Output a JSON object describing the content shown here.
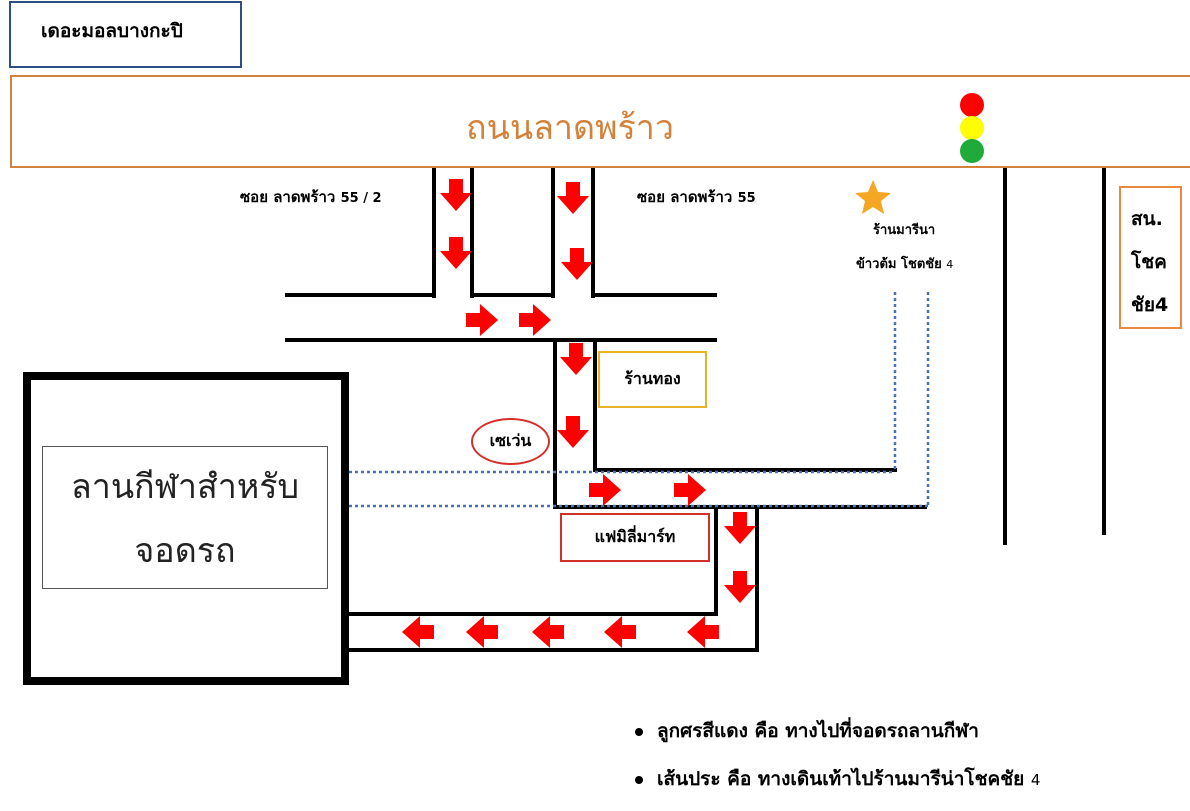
{
  "map": {
    "top_label": "เดอะมอลบางกะปิ",
    "main_road": "ถนนลาดพร้าว",
    "soi_left": "ซอย ลาดพร้าว",
    "soi_left_num": "55 / 2",
    "soi_right": "ซอย ลาดพร้าว",
    "soi_right_num": "55",
    "marina_line1": "ร้านมารีนา",
    "marina_line2": "ข้าวต้ม โชตชัย",
    "marina_line2_num": "4",
    "gold_shop": "ร้านทอง",
    "seven": "เซเว่น",
    "family_mart": "แฟมิลี่มาร์ท",
    "parking_line1": "ลานกีฬาสำหรับ",
    "parking_line2": "จอดรถ",
    "snol_line1": "สน.",
    "snol_line2": "โชค",
    "snol_line3": "ชัย4"
  },
  "legend": [
    {
      "text": "ลูกศรสีแดง คือ ทางไปที่จอดรถลานกีฬา"
    },
    {
      "text": "เส้นประ คือ ทางเดินเท้าไปร้านมารีน่าโชคชัย",
      "num": "4"
    }
  ],
  "colors": {
    "arrow": "#ff0000",
    "road_title": "#d2823a",
    "walk_path": "#4a72b0",
    "star": "#f5a623",
    "traffic_red": "#ff0000",
    "traffic_yellow": "#ffff00",
    "traffic_green": "#1faa3a"
  },
  "icons": [
    "arrow-down-icon",
    "arrow-right-icon",
    "arrow-left-icon",
    "star-icon",
    "traffic-light-icon"
  ]
}
